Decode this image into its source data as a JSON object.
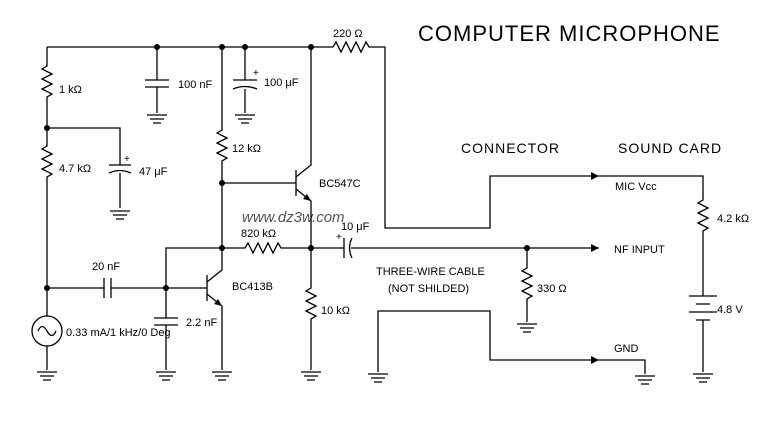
{
  "title": "COMPUTER MICROPHONE",
  "headers": {
    "connector": "CONNECTOR",
    "sound_card": "SOUND CARD"
  },
  "watermark": "www.dz3w.com",
  "components": {
    "r_220": "220 Ω",
    "r_1k": "1 kΩ",
    "c_100n": "100 nF",
    "c_100u": "100 μF",
    "c_47u": "47 μF",
    "r_4k7": "4.7 kΩ",
    "r_12k": "12 kΩ",
    "q_bc547c": "BC547C",
    "r_820k": "820 kΩ",
    "c_10u": "10 μF",
    "c_20n": "20 nF",
    "q_bc413b": "BC413B",
    "c_2n2": "2.2 nF",
    "r_10k": "10 kΩ",
    "source": "0.33 mA/1 kHz/0 Deg",
    "r_330": "330 Ω",
    "r_4k2": "4.2 kΩ",
    "batt_4v8": "4.8 V"
  },
  "cable": {
    "line1": "THREE-WIRE CABLE",
    "line2": "(NOT SHILDED)"
  },
  "pins": {
    "mic_vcc_main": "MIC V",
    "mic_vcc_sub": "cc",
    "nf_input": "NF INPUT",
    "gnd": "GND"
  }
}
